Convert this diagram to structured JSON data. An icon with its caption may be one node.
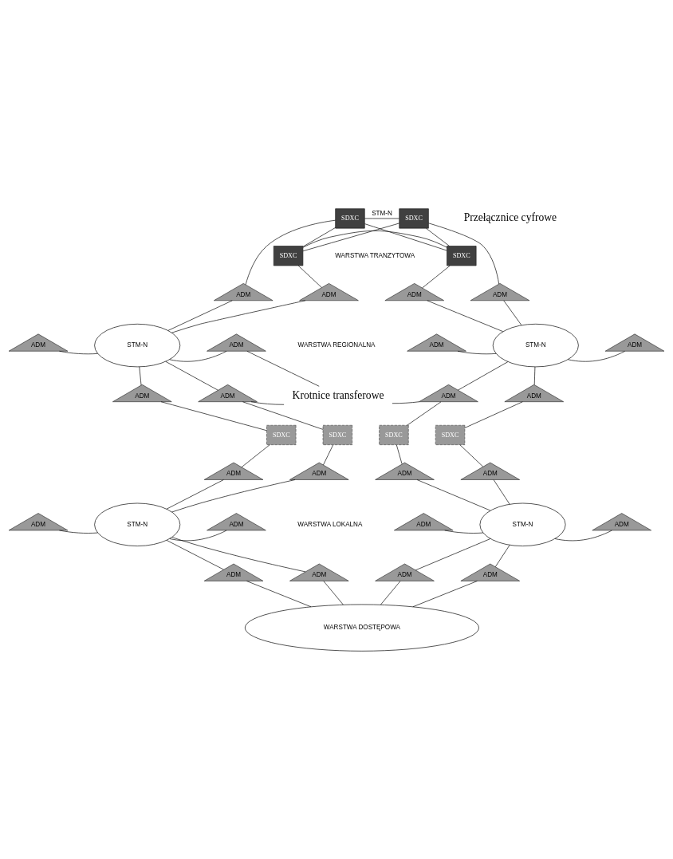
{
  "diagram": {
    "nodes": [
      {
        "text": [
          "SDXC"
        ]
      },
      {
        "text": [
          "SDXC"
        ]
      },
      {
        "text": [
          "SDXC"
        ]
      },
      {
        "text": [
          "SDXC"
        ]
      },
      {
        "text": [
          "STM-N"
        ]
      },
      {
        "text": [
          "ADM"
        ]
      },
      {
        "text": [
          "ADM"
        ]
      },
      {
        "text": [
          "ADM"
        ]
      },
      {
        "text": [
          "ADM"
        ]
      },
      {
        "text": [
          "ADM"
        ]
      },
      {
        "text": [
          "ADM"
        ]
      },
      {
        "text": [
          "STM-N"
        ]
      },
      {
        "text": [
          "ADM"
        ]
      },
      {
        "text": [
          "ADM"
        ]
      },
      {
        "text": [
          "ADM"
        ]
      },
      {
        "text": [
          "ADM"
        ]
      },
      {
        "text": [
          "ADM"
        ]
      },
      {
        "text": [
          "ADM"
        ]
      },
      {
        "text": [
          "Krotnice transferowe"
        ]
      },
      {
        "text": [
          "SDXC"
        ]
      },
      {
        "text": [
          "SDXC"
        ]
      },
      {
        "text": [
          "SDXC"
        ]
      },
      {
        "text": [
          "SDXC"
        ]
      },
      {
        "text": [
          "STM-N"
        ]
      },
      {
        "text": [
          "ADM"
        ]
      },
      {
        "text": [
          "ADM"
        ]
      },
      {
        "text": [
          "ADM"
        ]
      },
      {
        "text": [
          "ADM"
        ]
      },
      {
        "text": [
          "ADM"
        ]
      },
      {
        "text": [
          "ADM"
        ]
      },
      {
        "text": [
          "STM-N"
        ]
      },
      {
        "text": [
          "ADM"
        ]
      },
      {
        "text": [
          "ADM"
        ]
      },
      {
        "text": [
          "ADM"
        ]
      },
      {
        "text": [
          "ADM"
        ]
      },
      {
        "text": [
          "ADM"
        ]
      },
      {
        "text": [
          "ADM"
        ]
      },
      {
        "text": [
          "WARSTWA DOSTĘPOWA"
        ]
      }
    ],
    "edges": [
      {
        "from": 0,
        "to": 1,
        "arrow": "none",
        "label": "STM-N"
      },
      {
        "from": 0,
        "to": 2,
        "arrow": "none"
      },
      {
        "from": 0,
        "to": 3,
        "arrow": "none"
      },
      {
        "from": 1,
        "to": 2,
        "arrow": "none"
      },
      {
        "from": 1,
        "to": 3,
        "arrow": "none"
      },
      {
        "from": 2,
        "to": 3,
        "arrow": "none"
      },
      {
        "from": 0,
        "to": 5,
        "arrow": "none"
      },
      {
        "from": 2,
        "to": 6,
        "arrow": "none"
      },
      {
        "from": 3,
        "to": 12,
        "arrow": "none"
      },
      {
        "from": 1,
        "to": 13,
        "arrow": "none"
      },
      {
        "from": 5,
        "to": 4,
        "arrow": "none"
      },
      {
        "from": 6,
        "to": 4,
        "arrow": "none"
      },
      {
        "from": 7,
        "to": 4,
        "arrow": "none"
      },
      {
        "from": 4,
        "to": 8,
        "arrow": "none"
      },
      {
        "from": 4,
        "to": 9,
        "arrow": "none"
      },
      {
        "from": 4,
        "to": 10,
        "arrow": "none"
      },
      {
        "from": 12,
        "to": 11,
        "arrow": "none"
      },
      {
        "from": 13,
        "to": 11,
        "arrow": "none"
      },
      {
        "from": 14,
        "to": 11,
        "arrow": "none"
      },
      {
        "from": 11,
        "to": 15,
        "arrow": "none"
      },
      {
        "from": 11,
        "to": 16,
        "arrow": "none"
      },
      {
        "from": 11,
        "to": 17,
        "arrow": "none"
      },
      {
        "from": 18,
        "to": 8,
        "arrow": "none"
      },
      {
        "from": 18,
        "to": 10,
        "arrow": "none"
      },
      {
        "from": 18,
        "to": 16,
        "arrow": "none"
      },
      {
        "from": 9,
        "to": 19,
        "arrow": "none"
      },
      {
        "from": 10,
        "to": 20,
        "arrow": "none"
      },
      {
        "from": 16,
        "to": 21,
        "arrow": "none"
      },
      {
        "from": 17,
        "to": 22,
        "arrow": "none"
      },
      {
        "from": 19,
        "to": 24,
        "arrow": "none"
      },
      {
        "from": 20,
        "to": 25,
        "arrow": "none"
      },
      {
        "from": 21,
        "to": 31,
        "arrow": "none"
      },
      {
        "from": 22,
        "to": 32,
        "arrow": "none"
      },
      {
        "from": 24,
        "to": 23,
        "arrow": "none"
      },
      {
        "from": 25,
        "to": 23,
        "arrow": "none"
      },
      {
        "from": 26,
        "to": 23,
        "arrow": "none"
      },
      {
        "from": 23,
        "to": 27,
        "arrow": "none"
      },
      {
        "from": 23,
        "to": 28,
        "arrow": "none"
      },
      {
        "from": 23,
        "to": 29,
        "arrow": "none"
      },
      {
        "from": 31,
        "to": 30,
        "arrow": "none"
      },
      {
        "from": 32,
        "to": 30,
        "arrow": "none"
      },
      {
        "from": 33,
        "to": 30,
        "arrow": "none"
      },
      {
        "from": 30,
        "to": 34,
        "arrow": "none"
      },
      {
        "from": 30,
        "to": 35,
        "arrow": "none"
      },
      {
        "from": 30,
        "to": 36,
        "arrow": "none"
      },
      {
        "from": 28,
        "to": 37,
        "arrow": "none"
      },
      {
        "from": 29,
        "to": 37,
        "arrow": "none"
      },
      {
        "from": 35,
        "to": 37,
        "arrow": "none"
      },
      {
        "from": 36,
        "to": 37,
        "arrow": "none"
      }
    ],
    "labels": [
      "Przełącznice cyfrowe",
      "WARSTWA TRANZYTOWA",
      "WARSTWA REGIONALNA",
      "WARSTWA LOKALNA"
    ]
  }
}
